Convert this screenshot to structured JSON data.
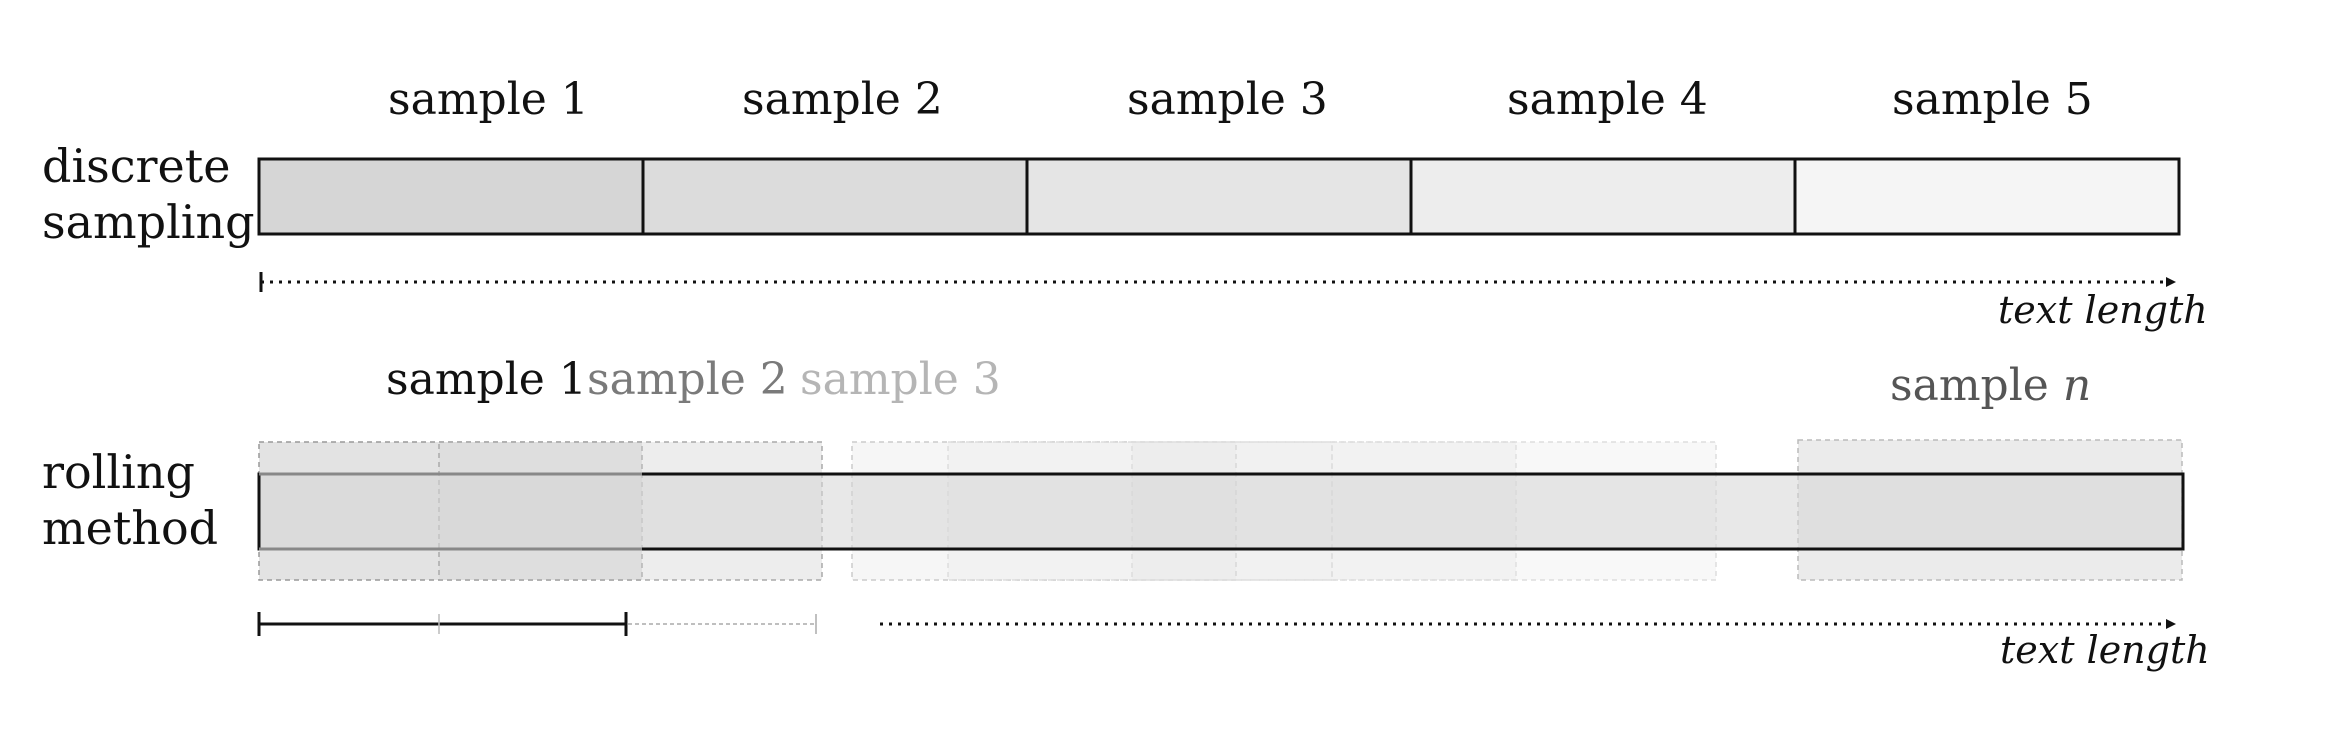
{
  "discrete": {
    "row_label_line1": "discrete",
    "row_label_line2": "sampling",
    "samples": [
      {
        "label": "sample 1",
        "fill": "#d6d6d6"
      },
      {
        "label": "sample 2",
        "fill": "#dcdcdc"
      },
      {
        "label": "sample 3",
        "fill": "#e5e5e5"
      },
      {
        "label": "sample 4",
        "fill": "#ededed"
      },
      {
        "label": "sample 5",
        "fill": "#f5f5f5"
      }
    ],
    "axis_label": "text length"
  },
  "rolling": {
    "row_label_line1": "rolling",
    "row_label_line2": "method",
    "sample1_label": "sample 1",
    "sample2_label": "sample 2",
    "sample3_label": "sample 3",
    "samplen_prefix": "sample",
    "samplen_var": "n",
    "axis_label": "text length",
    "colors": {
      "sample1_text": "#111111",
      "sample2_text": "#7a7a7a",
      "sample3_text": "#b5b5b5",
      "samplen_text": "#555555",
      "bar_fill": "#d6d6d6"
    }
  }
}
